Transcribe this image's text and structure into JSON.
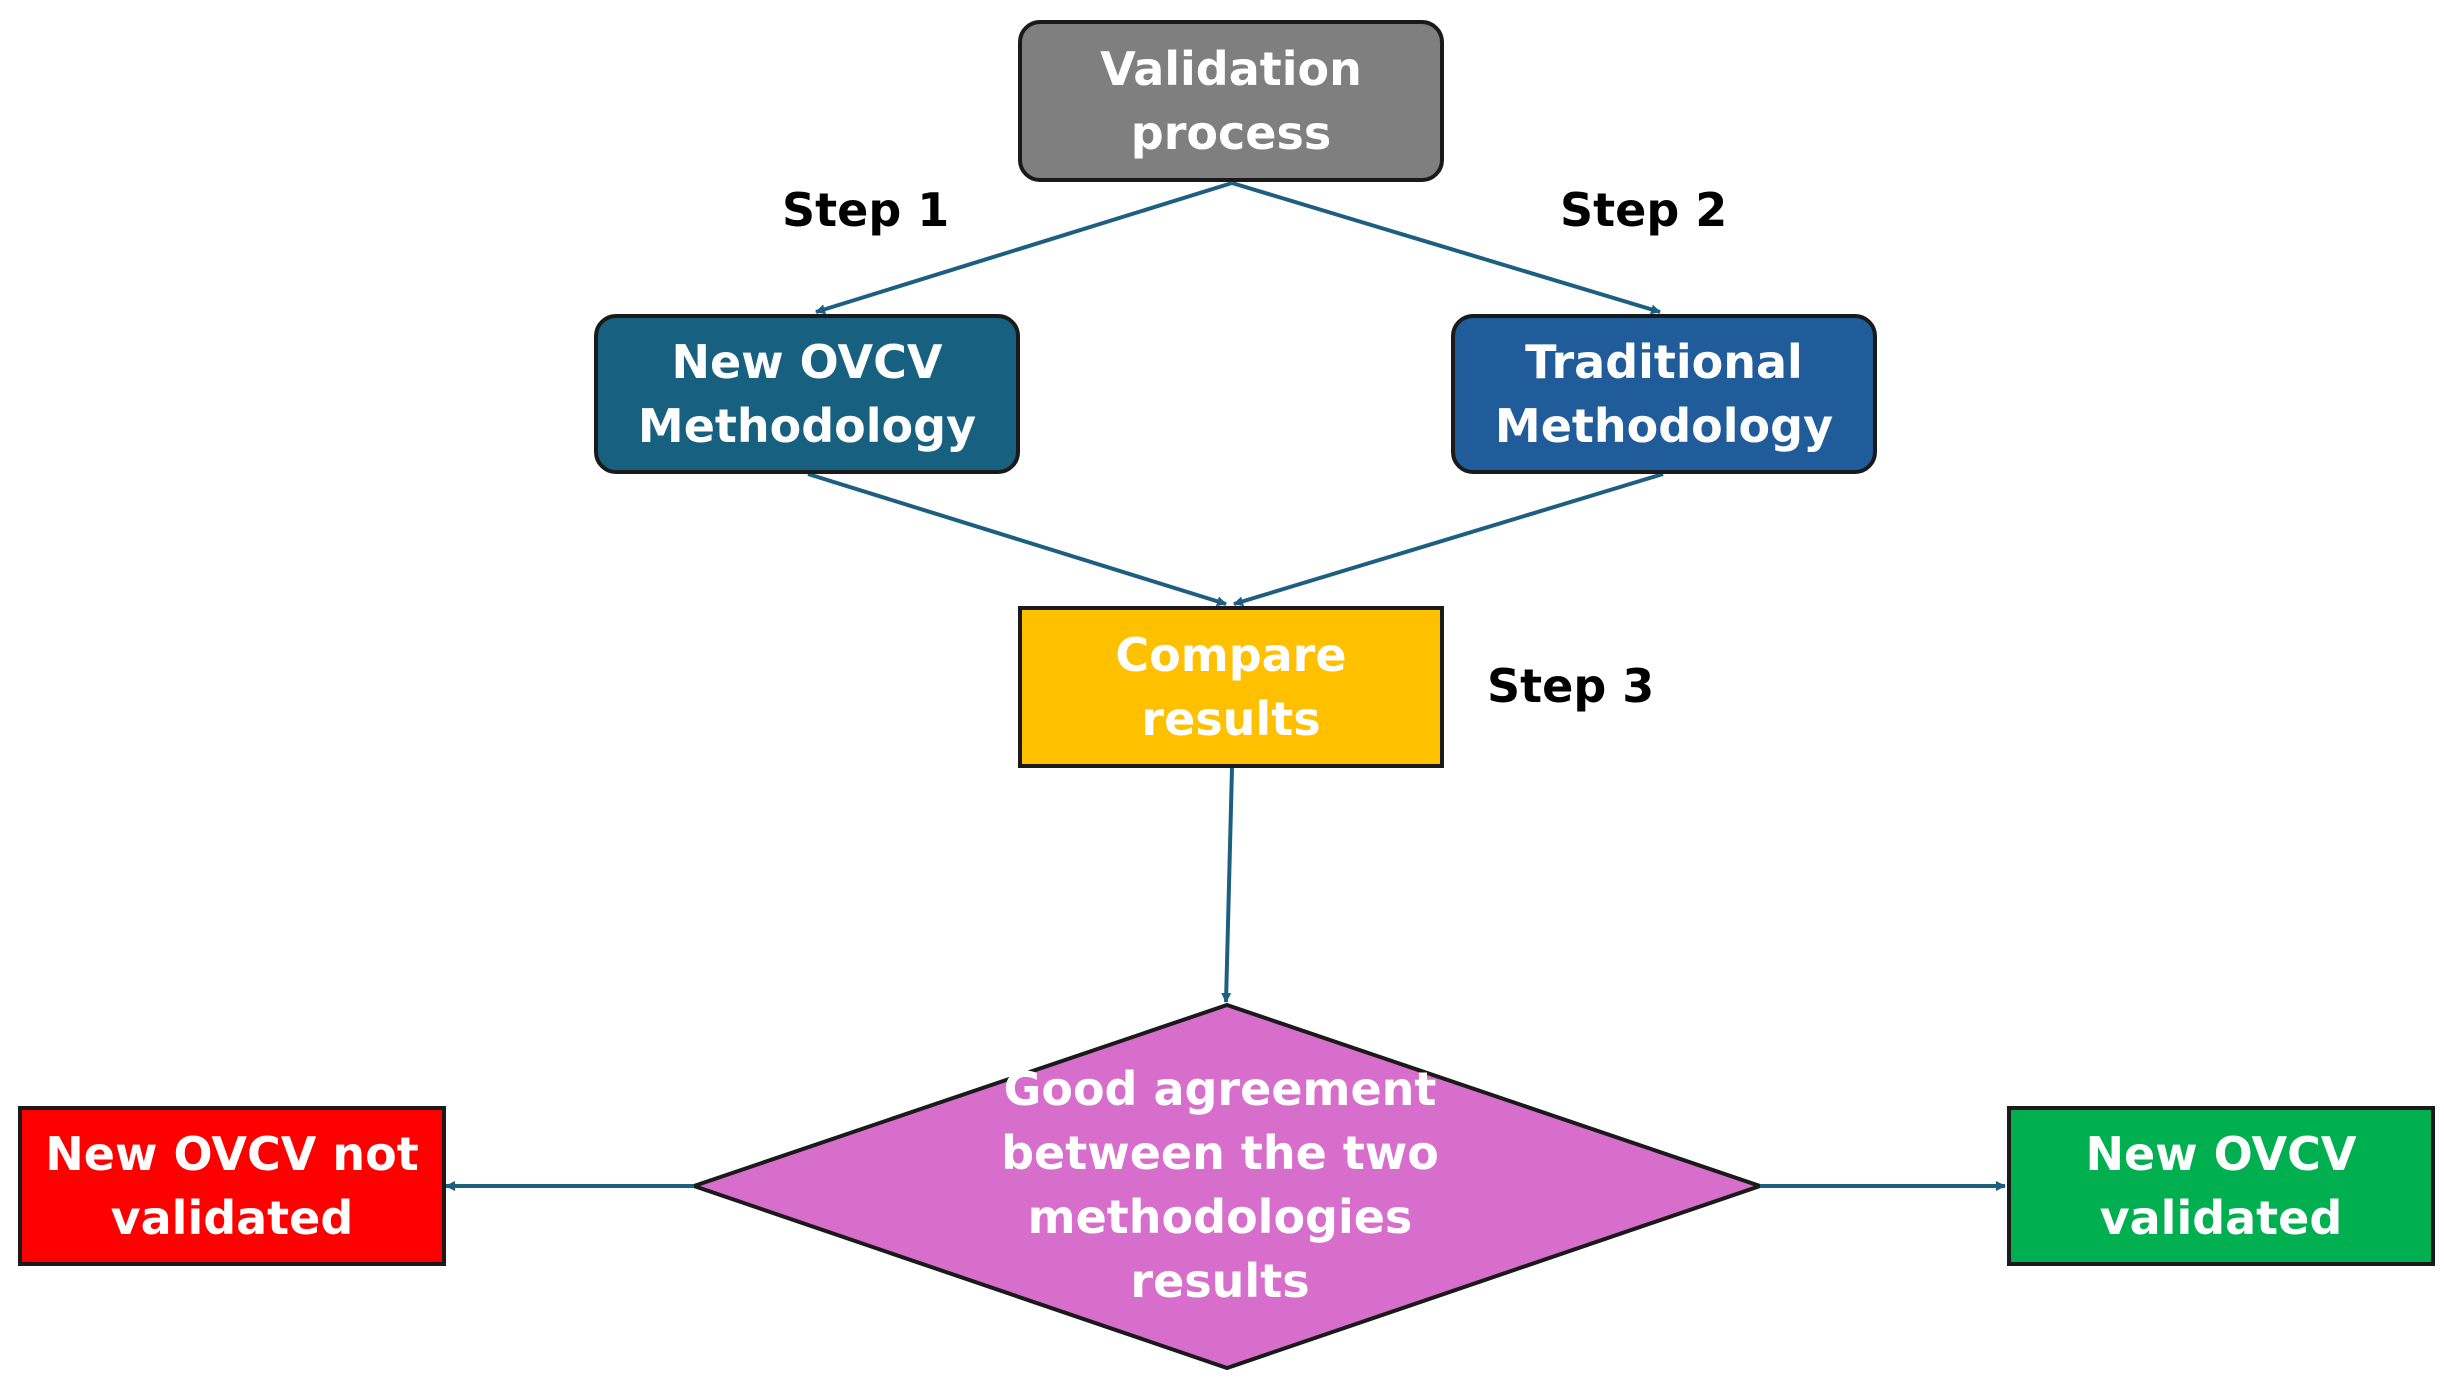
{
  "nodes": {
    "validation": {
      "label": "Validation\nprocess",
      "color": "#7f7f7f"
    },
    "new_ovcv_method": {
      "label": "New OVCV\nMethodology",
      "color": "#17607f"
    },
    "traditional_method": {
      "label": "Traditional\nMethodology",
      "color": "#1f5c99"
    },
    "compare": {
      "label": "Compare\nresults",
      "color": "#ffc000"
    },
    "decision": {
      "label": "Good agreement\nbetween the two\nmethodologies\nresults",
      "color": "#d86ecc"
    },
    "not_validated": {
      "label": "New OVCV not\nvalidated",
      "color": "#ff0000"
    },
    "validated": {
      "label": "New OVCV\nvalidated",
      "color": "#00b050"
    }
  },
  "steps": {
    "step1": "Step 1",
    "step2": "Step 2",
    "step3": "Step 3"
  },
  "colors": {
    "arrow": "#1d5f80"
  }
}
